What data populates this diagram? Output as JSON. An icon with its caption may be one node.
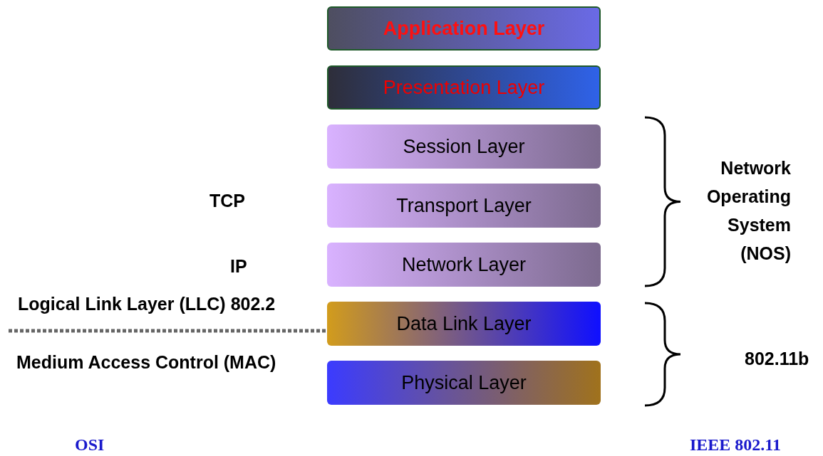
{
  "diagram": {
    "nodes": [
      {
        "text": [
          "Application Layer"
        ]
      },
      {
        "text": [
          "Presentation Layer"
        ]
      },
      {
        "text": [
          "Session Layer"
        ]
      },
      {
        "text": [
          "Transport Layer"
        ]
      },
      {
        "text": [
          "Network Layer"
        ]
      },
      {
        "text": [
          "Data Link Layer"
        ]
      },
      {
        "text": [
          "Physical Layer"
        ]
      }
    ],
    "edges": [],
    "labels": [
      "Network Operating System (NOS)",
      "TCP",
      "IP",
      "Logical Link Layer (LLC) 802.2",
      "802.11b",
      "Medium Access Control (MAC)",
      "OSI",
      "IEEE 802.11"
    ]
  }
}
